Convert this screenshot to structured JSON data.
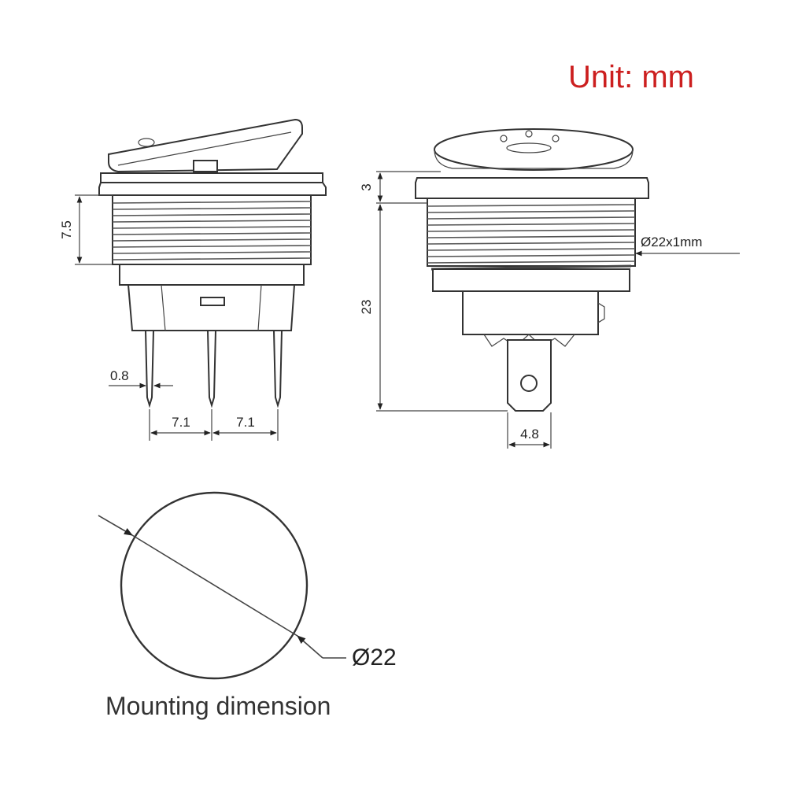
{
  "unit_label": "Unit: mm",
  "caption": "Mounting dimension",
  "dimensions": {
    "left_thread_height": "7.5",
    "pin_thickness": "0.8",
    "pin_pitch_1": "7.1",
    "pin_pitch_2": "7.1",
    "bezel_height": "3",
    "body_height": "23",
    "thread_spec": "Ø22x1mm",
    "terminal_width": "4.8",
    "hole_diameter": "Ø22"
  },
  "colors": {
    "unit_text": "#cc1f1f",
    "line": "#333333"
  }
}
